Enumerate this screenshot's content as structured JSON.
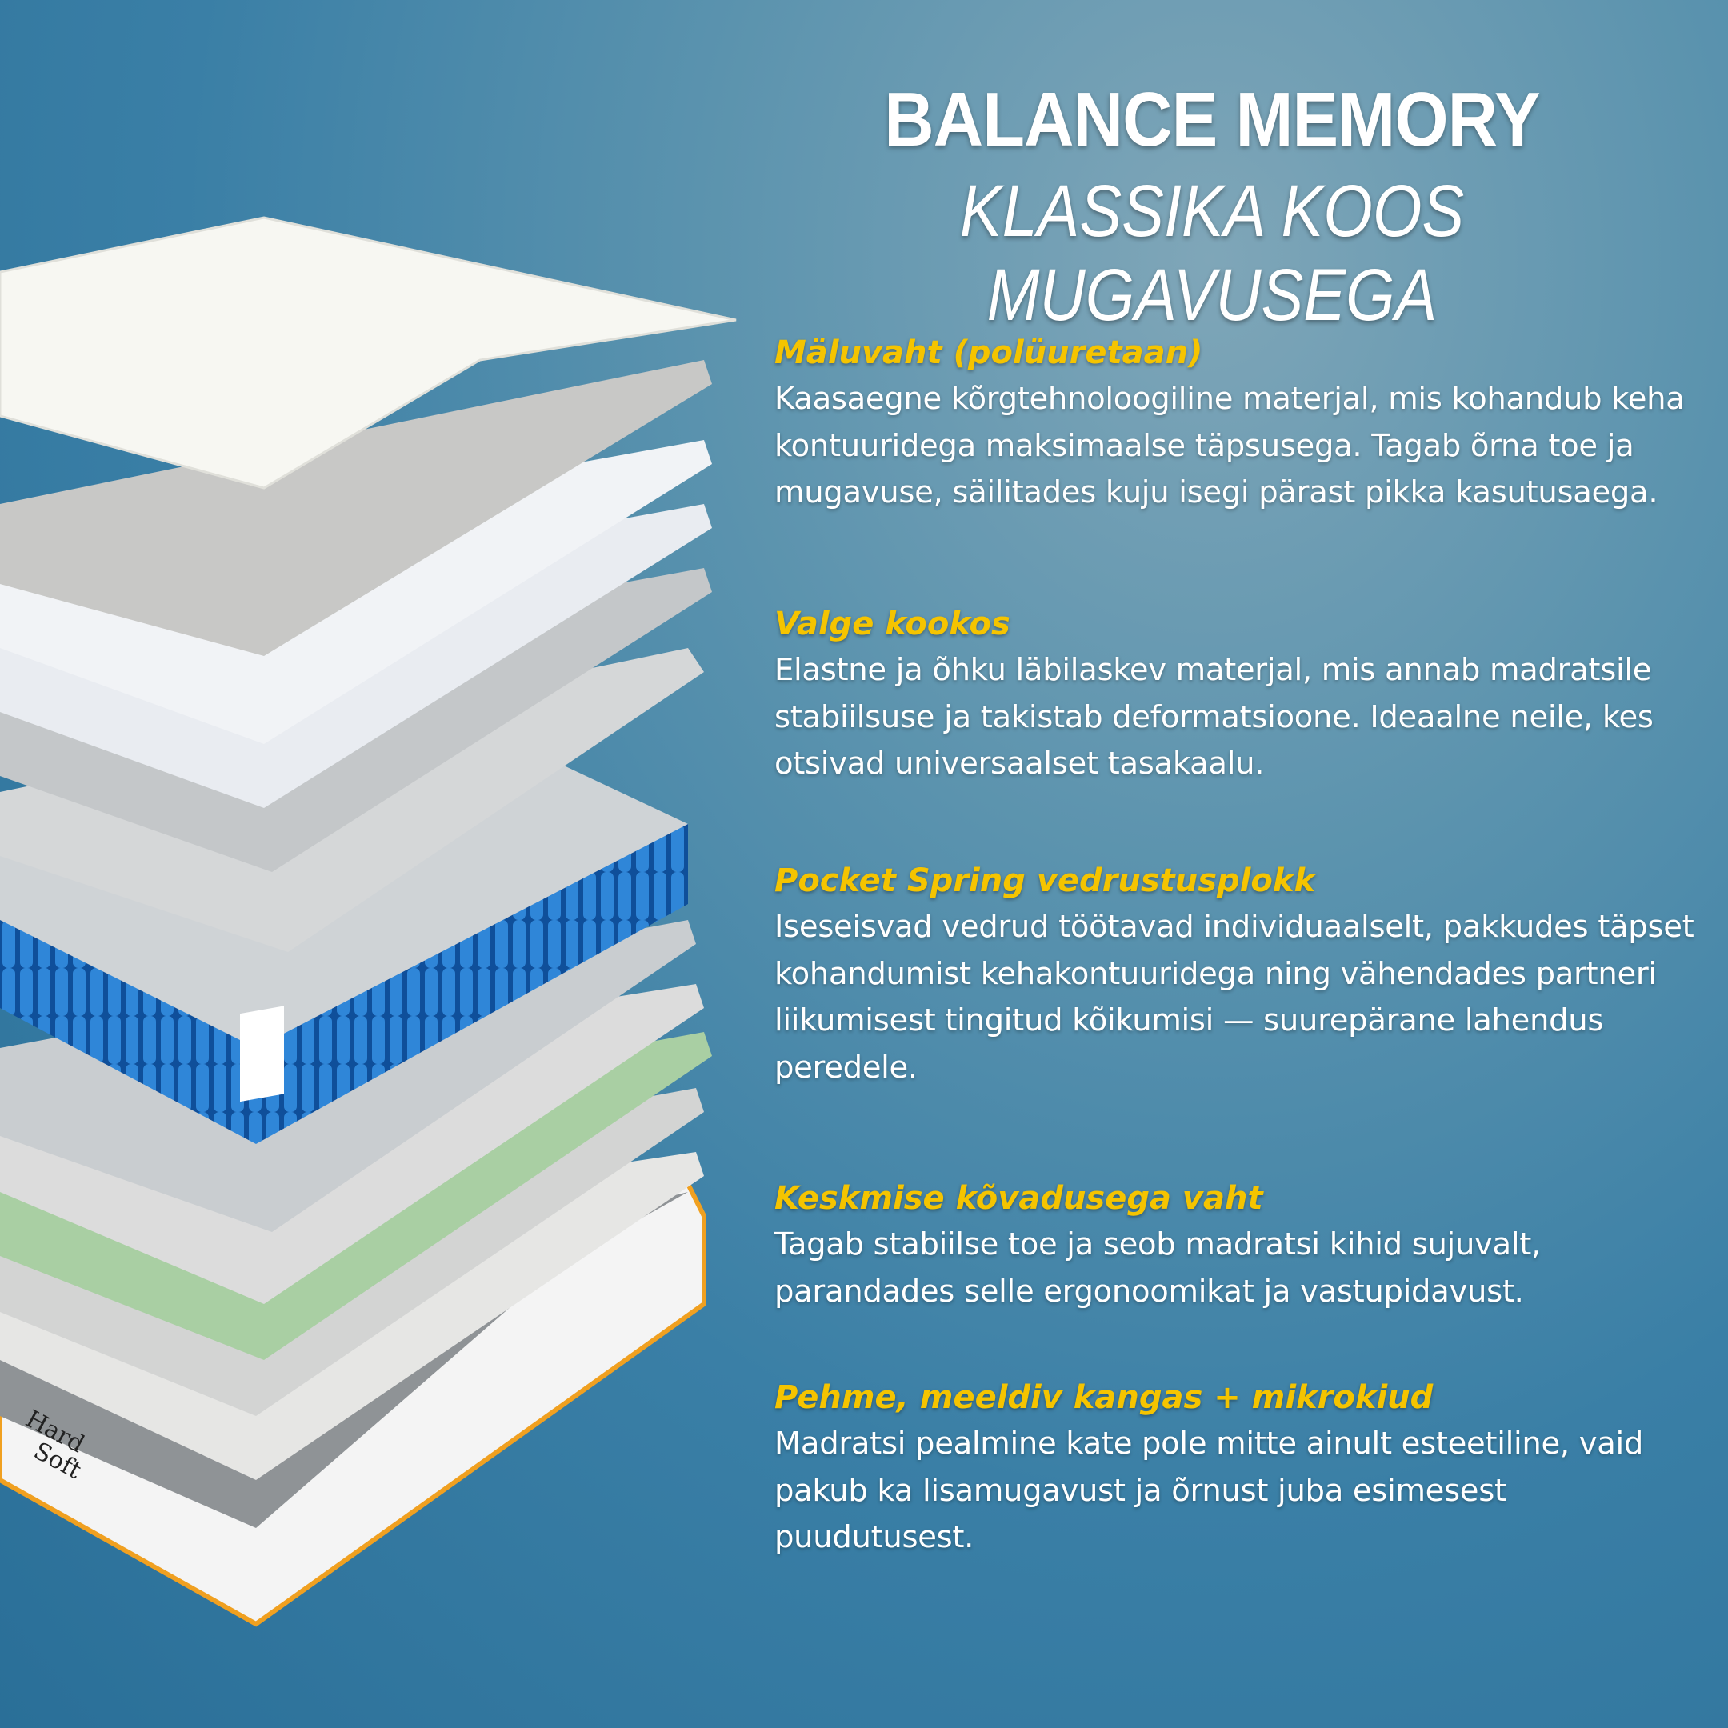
{
  "header": {
    "title": "BALANCE MEMORY",
    "subtitle": "KLASSIKA KOOS MUGAVUSEGA"
  },
  "layers": [
    {
      "heading": "Mäluvaht (polüuretaan)",
      "lines": [
        "Kaasaegne kõrgtehnoloogiline materjal, mis kohandub keha",
        "kontuuridega maksimaalse täpsusega. Tagab õrna toe ja",
        "mugavuse, säilitades kuju isegi pärast pikka kasutusaega."
      ]
    },
    {
      "heading": "Valge kookos",
      "lines": [
        "Elastne ja õhku läbilaskev materjal, mis annab madratsile",
        "stabiilsuse ja takistab deformatsioone. Ideaalne neile, kes",
        "otsivad universaalset tasakaalu."
      ]
    },
    {
      "heading": "Pocket Spring vedrustusplokk",
      "lines": [
        "Iseseisvad vedrud töötavad individuaalselt, pakkudes täpset",
        "kohandumist kehakontuuridega ning vähendades partneri",
        "liikumisest tingitud kõikumisi — suurepärane lahendus",
        "peredele."
      ]
    },
    {
      "heading": "Keskmise kõvadusega vaht",
      "lines": [
        "Tagab stabiilse toe ja seob madratsi kihid sujuvalt,",
        "parandades selle ergonoomikat ja vastupidavust."
      ]
    },
    {
      "heading": "Pehme, meeldiv kangas + mikrokiud",
      "lines": [
        "Madratsi pealmine kate pole mitte ainult esteetiline, vaid",
        "pakub ka lisamugavust ja õrnust juba esimesest",
        "puudutusest."
      ]
    }
  ],
  "mattress_label": {
    "hard": "Hard",
    "soft": "Soft"
  },
  "colors": {
    "heading": "#f5c400",
    "spring": "#1f6fc0",
    "trim": "#f0a020",
    "green_foam": "#a9cfa3"
  }
}
